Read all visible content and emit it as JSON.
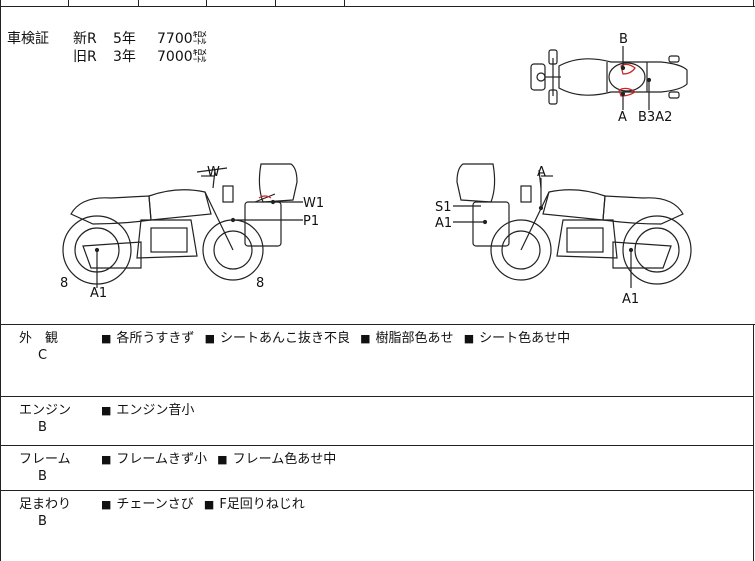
{
  "registration": {
    "label": "車検証",
    "rows": [
      {
        "kind": "新R",
        "years": "5年",
        "distance": "7700㌖"
      },
      {
        "kind": "旧R",
        "years": "3年",
        "distance": "7000㌖"
      }
    ]
  },
  "damage_marks": {
    "top_view": {
      "top": "B",
      "bottom_left": "A",
      "bottom_right": "B3A2"
    },
    "left_side": {
      "top": "W",
      "right1": "W1",
      "right2": "P1",
      "front_wheel": "8",
      "rear_wheel": "8",
      "bottom": "A1"
    },
    "right_side": {
      "top": "A",
      "left1": "S1",
      "left2": "A1",
      "bottom": "A1"
    }
  },
  "conditions": [
    {
      "name": "外　観",
      "grade": "C",
      "notes": [
        "各所うすきず",
        "シートあんこ抜き不良",
        "樹脂部色あせ",
        "シート色あせ中"
      ]
    },
    {
      "name": "エンジン",
      "grade": "B",
      "notes": [
        "エンジン音小"
      ]
    },
    {
      "name": "フレーム",
      "grade": "B",
      "notes": [
        "フレームきず小",
        "フレーム色あせ中"
      ]
    },
    {
      "name": "足まわり",
      "grade": "B",
      "notes": [
        "チェーンさび",
        "F足回りねじれ"
      ]
    }
  ],
  "colors": {
    "line": "#222222",
    "mark": "#cc2222"
  }
}
